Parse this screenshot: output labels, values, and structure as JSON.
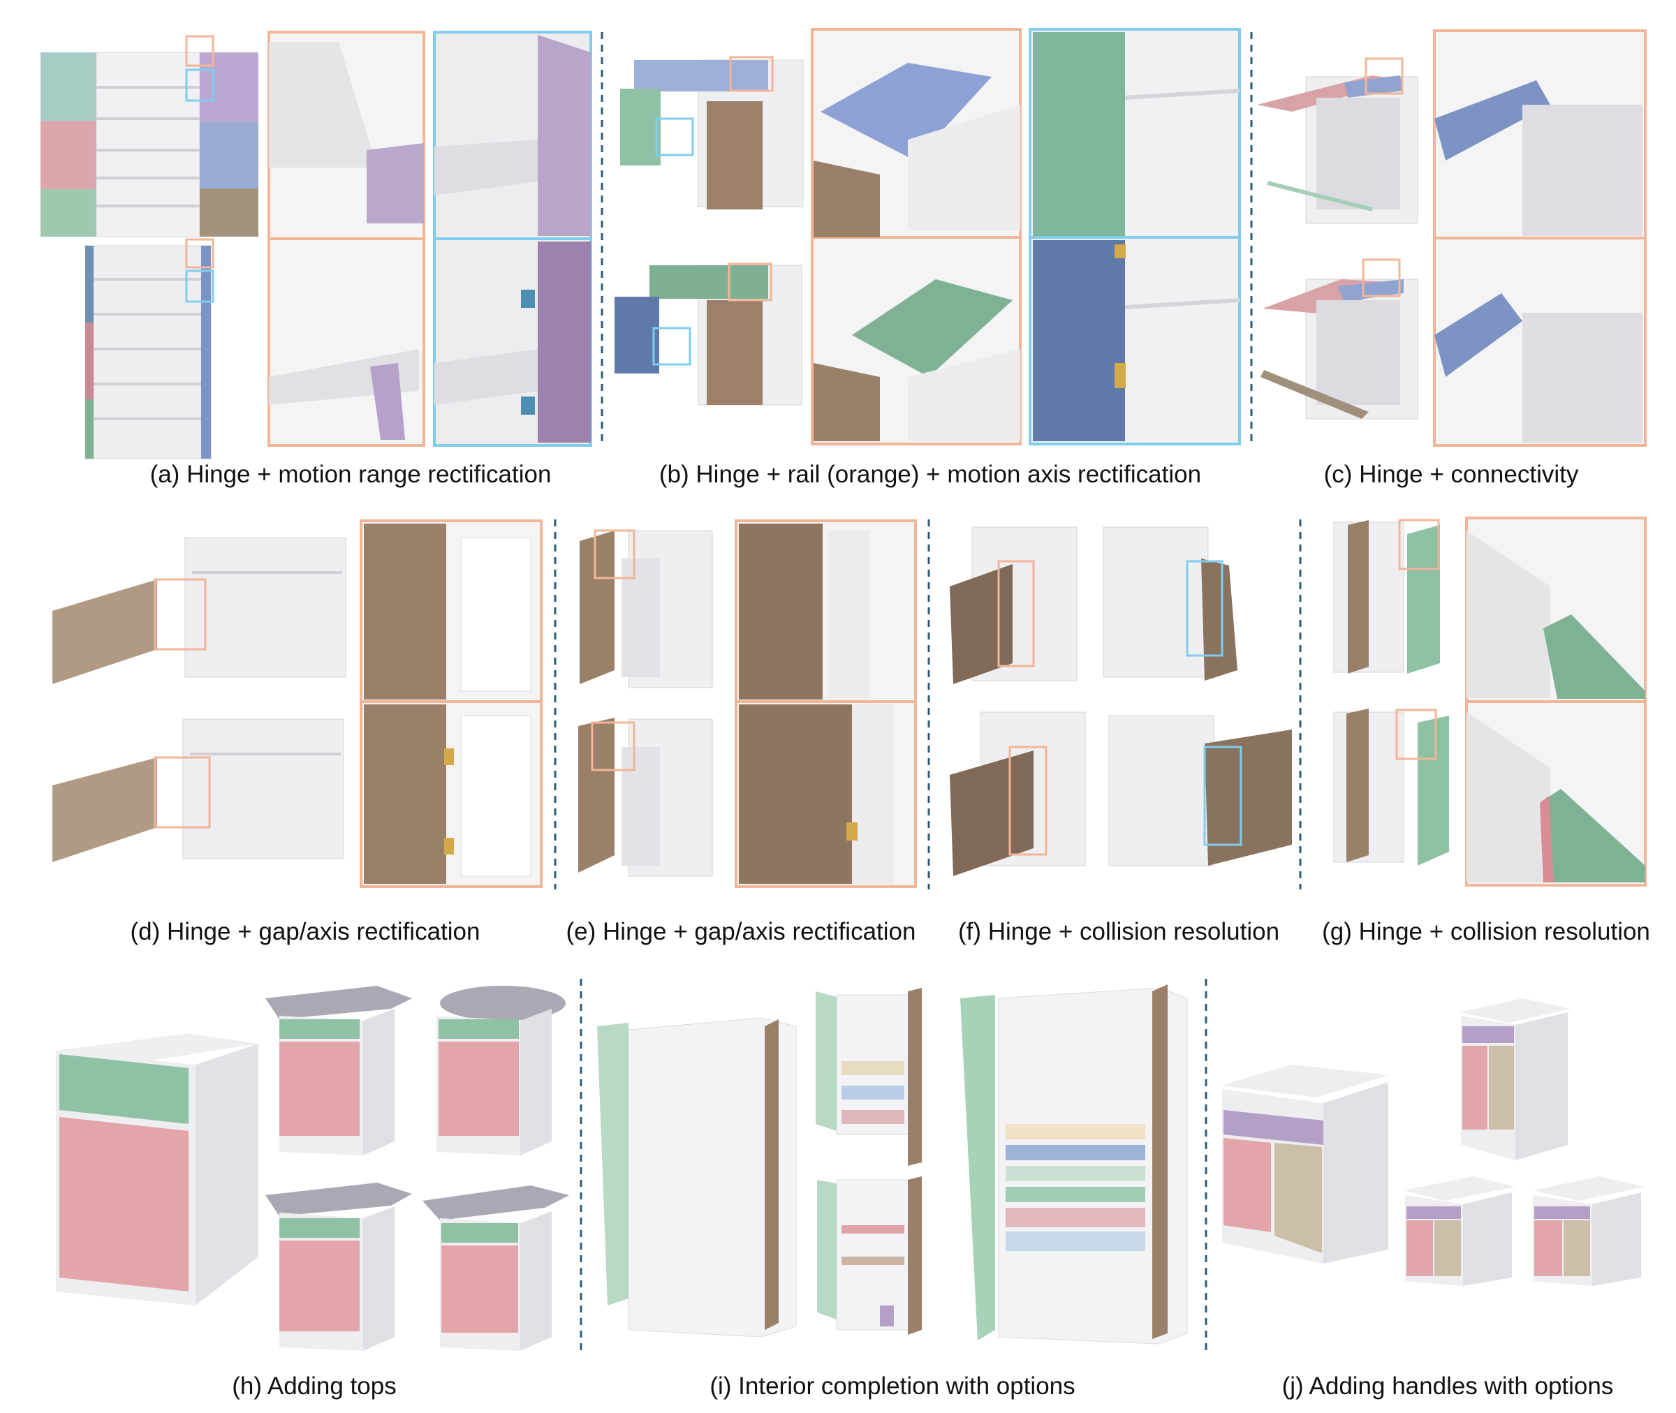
{
  "captions": {
    "a": "(a) Hinge + motion range rectification",
    "b": "(b) Hinge + rail  (orange) + motion axis rectification",
    "c": "(c) Hinge + connectivity",
    "d": "(d) Hinge + gap/axis rectification",
    "e": "(e) Hinge + gap/axis rectification",
    "f": "(f) Hinge + collision resolution",
    "g": "(g) Hinge + collision resolution",
    "h": "(h) Adding tops",
    "i": "(i) Interior completion with options",
    "j": "(j) Adding handles with options"
  },
  "colors": {
    "zoom_frame_orange": "#f2b597",
    "zoom_frame_blue": "#7fcdef",
    "separator": "#2c5b78",
    "cabinet_white": "#f3f3f5",
    "part_green": "#8ec2a2",
    "part_pink": "#e0a2a8",
    "part_blue": "#8fa6cf",
    "part_purple": "#b3a0c7",
    "part_brown": "#9a8069",
    "part_gray": "#a9a9b3"
  }
}
